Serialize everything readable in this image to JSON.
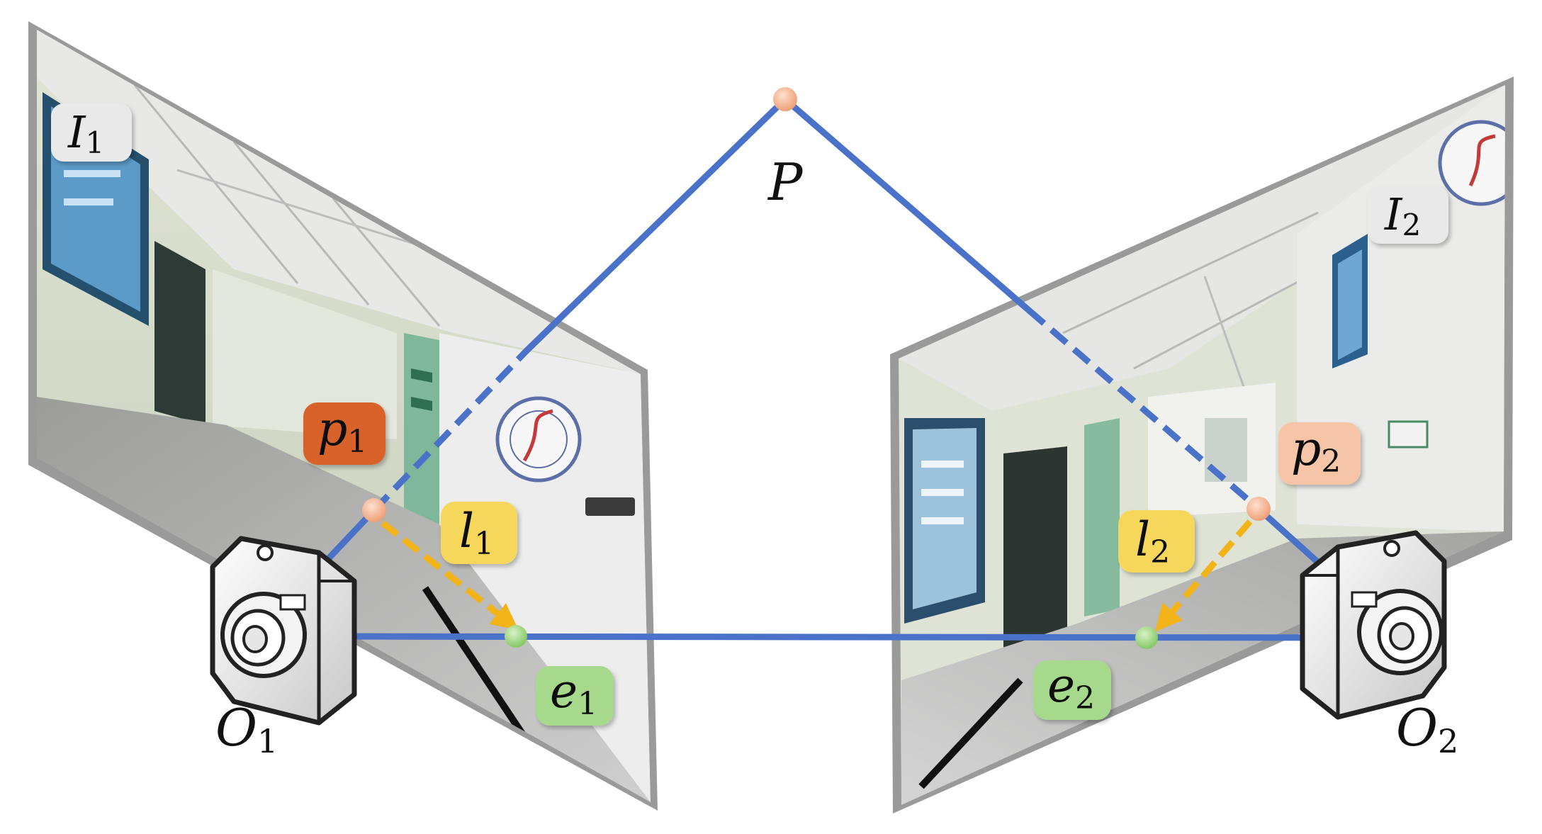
{
  "diagram": {
    "point_P": {
      "base": "P"
    },
    "image_1": {
      "base": "I",
      "sub": "1"
    },
    "image_2": {
      "base": "I",
      "sub": "2"
    },
    "proj_1": {
      "base": "p",
      "sub": "1"
    },
    "proj_2": {
      "base": "p",
      "sub": "2"
    },
    "line_1": {
      "base": "l",
      "sub": "1"
    },
    "line_2": {
      "base": "l",
      "sub": "2"
    },
    "epipole_1": {
      "base": "e",
      "sub": "1"
    },
    "epipole_2": {
      "base": "e",
      "sub": "2"
    },
    "center_1": {
      "base": "O",
      "sub": "1"
    },
    "center_2": {
      "base": "O",
      "sub": "2"
    }
  },
  "colors": {
    "ray": "#4a72c8",
    "epipolar_arrow": "#f2b418",
    "point": "#f2a983",
    "epipole": "#8fcf6f",
    "image_frame": "#9a9a9a",
    "tag_image": "#e9e9e9",
    "tag_p1": "#d8622a",
    "tag_p2": "#f6c5a8",
    "tag_line": "#f7d65c",
    "tag_epipole": "#a6d98c"
  }
}
